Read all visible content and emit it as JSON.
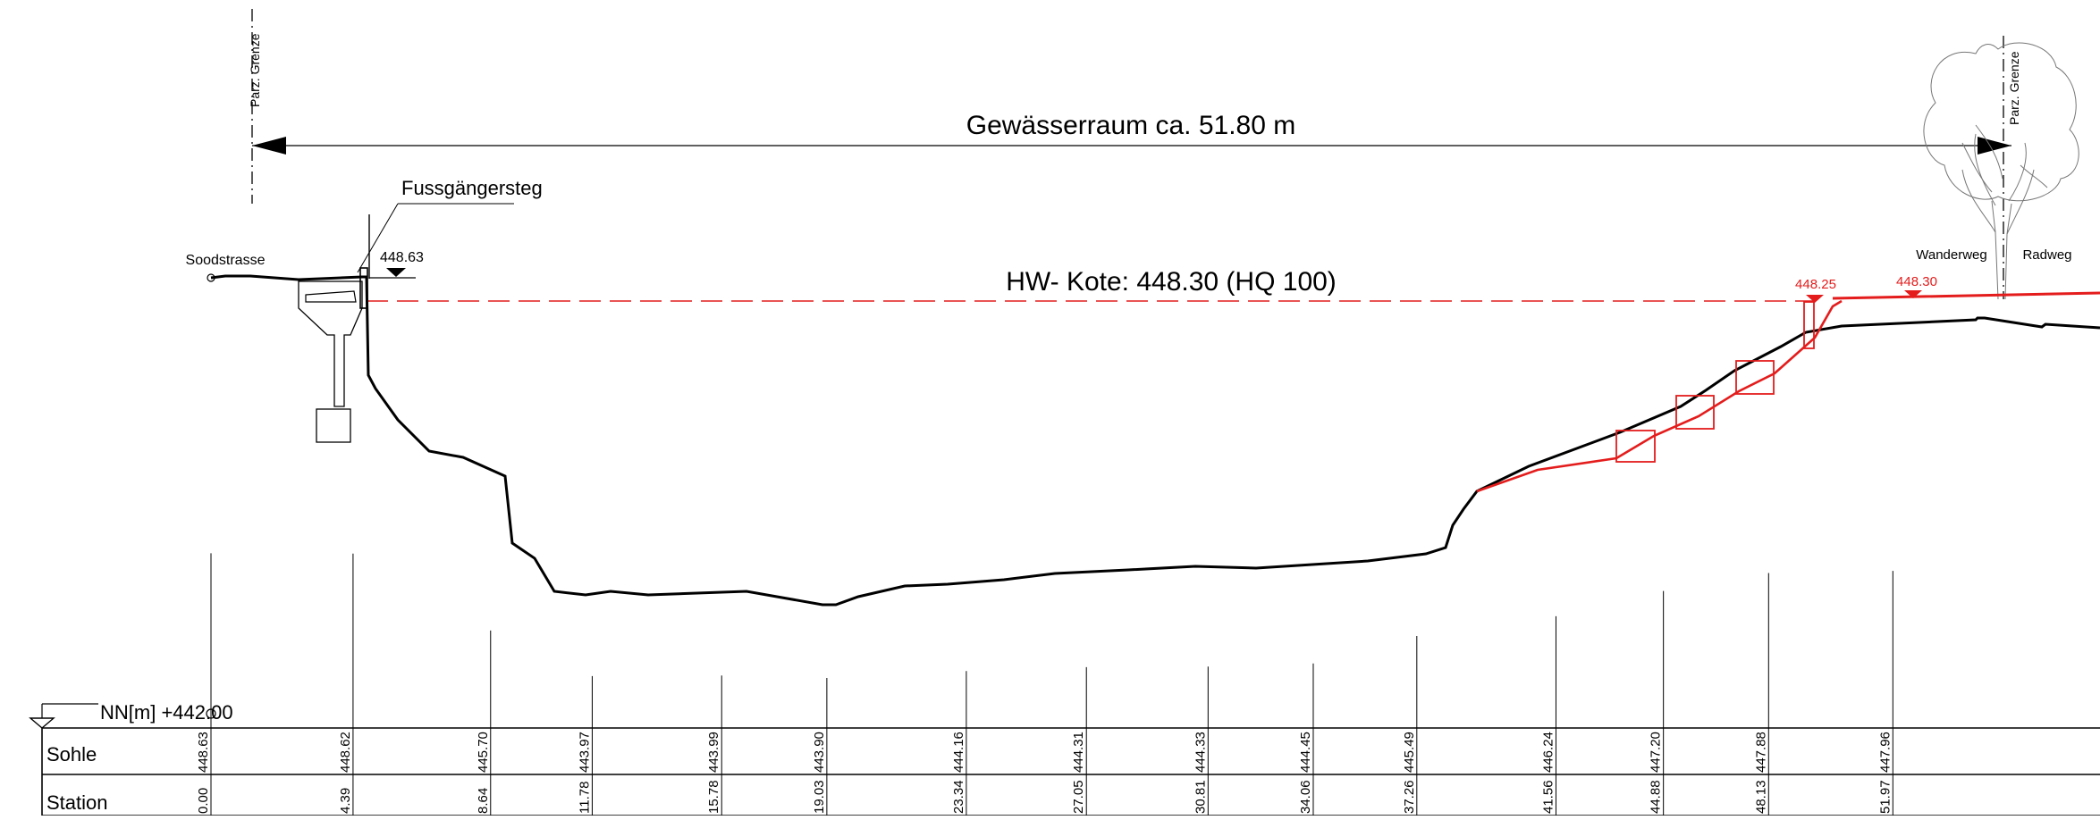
{
  "title": "Gewässerraum ca. 51.80 m",
  "hw_label": "HW-  Kote:  448.30  (HQ 100)",
  "labels": {
    "parz_left": "Parz. Grenze",
    "parz_right": "Parz. Grenze",
    "soodstrasse": "Soodstrasse",
    "fussgaengersteg": "Fussgängersteg",
    "kote_steg": "448.63",
    "wanderweg": "Wanderweg",
    "radweg": "Radweg",
    "red_kote_1": "448.25",
    "red_kote_2": "448.30",
    "nn_datum": "NN[m] +442.00"
  },
  "table": {
    "row1_label": "Sohle",
    "row2_label": "Station",
    "stations": [
      {
        "station": "0.00",
        "sohle": "448.63"
      },
      {
        "station": "4.39",
        "sohle": "448.62"
      },
      {
        "station": "8.64",
        "sohle": "445.70"
      },
      {
        "station": "11.78",
        "sohle": "443.97"
      },
      {
        "station": "15.78",
        "sohle": "443.99"
      },
      {
        "station": "19.03",
        "sohle": "443.90"
      },
      {
        "station": "23.34",
        "sohle": "444.16"
      },
      {
        "station": "27.05",
        "sohle": "444.31"
      },
      {
        "station": "30.81",
        "sohle": "444.33"
      },
      {
        "station": "34.06",
        "sohle": "444.45"
      },
      {
        "station": "37.26",
        "sohle": "445.49"
      },
      {
        "station": "41.56",
        "sohle": "446.24"
      },
      {
        "station": "44.88",
        "sohle": "447.20"
      },
      {
        "station": "48.13",
        "sohle": "447.88"
      },
      {
        "station": "51.97",
        "sohle": "447.96"
      }
    ]
  },
  "colors": {
    "line": "#000000",
    "red": "#e41c1c"
  }
}
